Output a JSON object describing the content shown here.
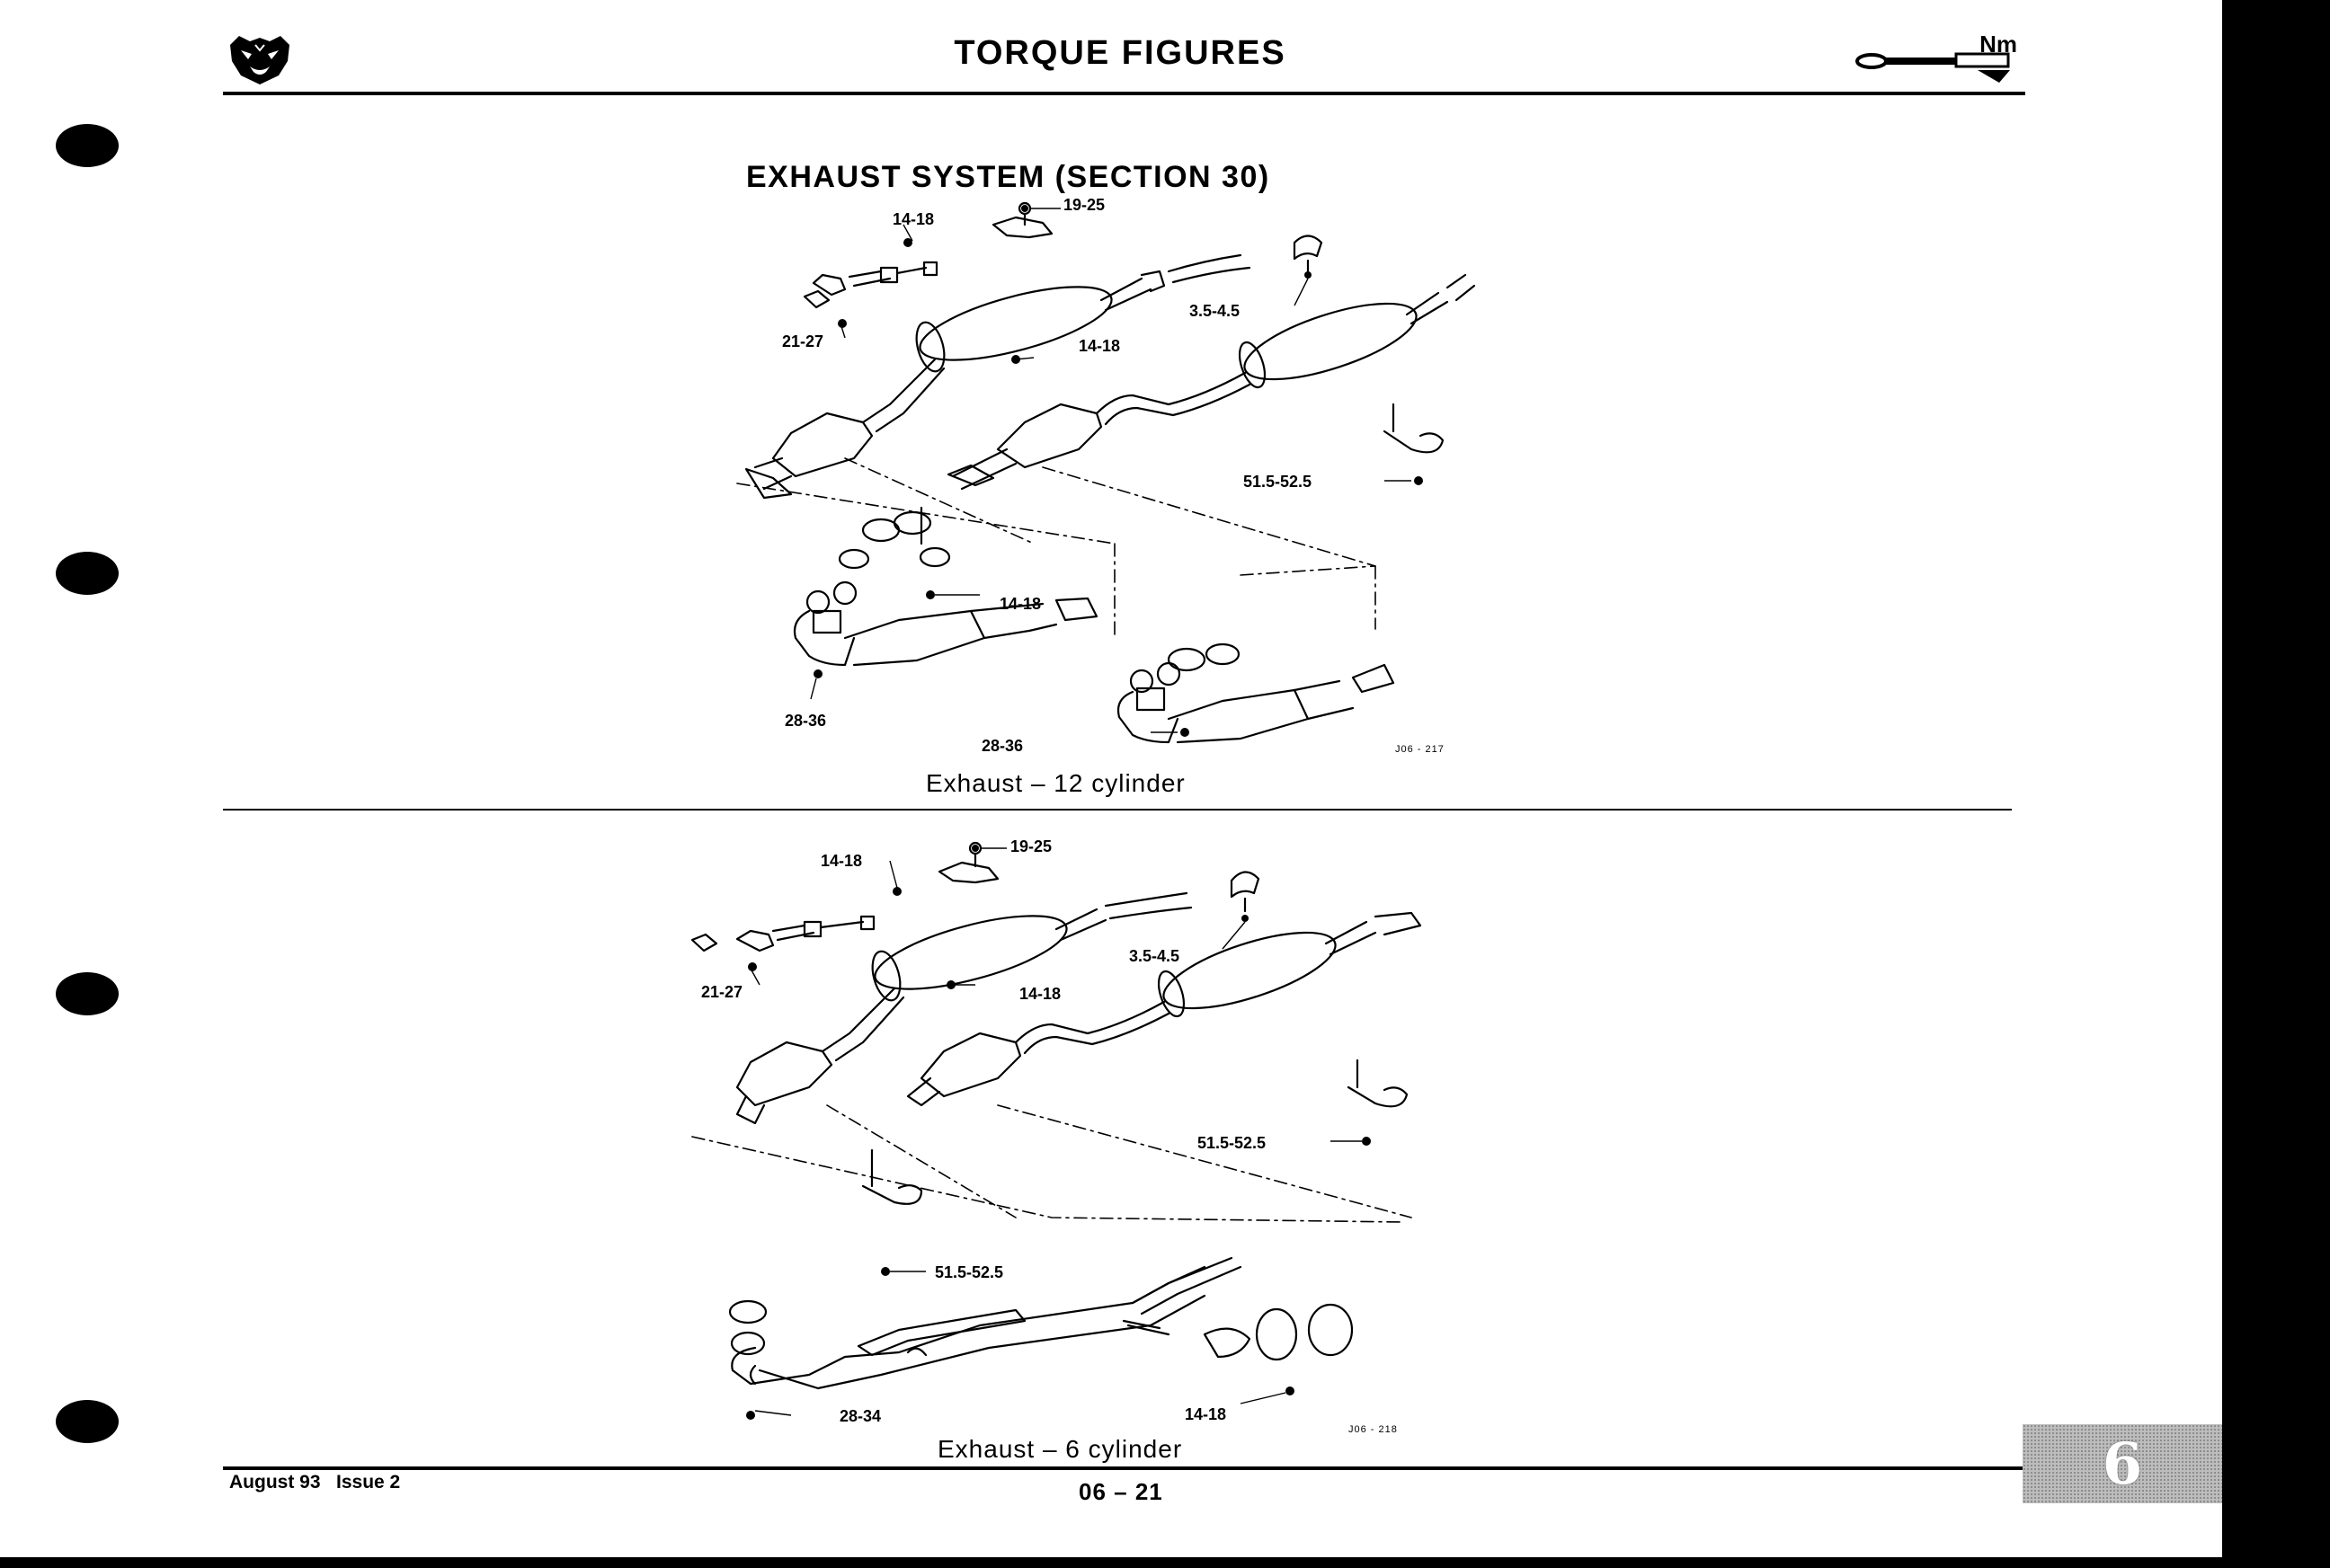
{
  "header": {
    "title": "TORQUE FIGURES",
    "icon_text": "Nm",
    "logo_icon": "jaguar-head-icon",
    "wrench_icon": "torque-wrench-icon"
  },
  "section_title": "EXHAUST SYSTEM (SECTION 30)",
  "diagram_12": {
    "caption": "Exhaust – 12 cylinder",
    "ref": "J06 - 217",
    "labels": {
      "l_19_25": "19-25",
      "l_14_18_a": "14-18",
      "l_3545": "3.5-4.5",
      "l_21_27": "21-27",
      "l_14_18_b": "14-18",
      "l_515_525": "51.5-52.5",
      "l_14_18_c": "14-18",
      "l_28_36_a": "28-36",
      "l_28_36_b": "28-36"
    }
  },
  "diagram_6": {
    "caption": "Exhaust – 6 cylinder",
    "ref": "J06 - 218",
    "labels": {
      "l_19_25": "19-25",
      "l_14_18_a": "14-18",
      "l_3545": "3.5-4.5",
      "l_21_27": "21-27",
      "l_14_18_b": "14-18",
      "l_515_525_a": "51.5-52.5",
      "l_515_525_b": "51.5-52.5",
      "l_28_34": "28-34",
      "l_14_18_c": "14-18"
    }
  },
  "footer": {
    "left": "August 93   Issue 2",
    "page": "06 – 21",
    "section_tab": "6"
  }
}
